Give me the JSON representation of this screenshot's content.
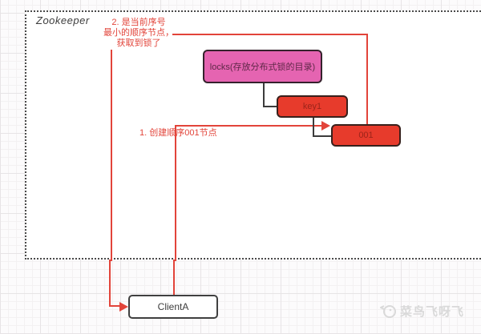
{
  "zookeeper_container": {
    "label": "Zookeeper"
  },
  "nodes": {
    "locks": {
      "label": "locks(存放分布式锁的目录)",
      "fill": "#e564b1"
    },
    "key1": {
      "label": "key1",
      "fill": "#e73b2c"
    },
    "node_001": {
      "label": "001",
      "fill": "#e73b2c"
    },
    "client_a": {
      "label": "ClientA",
      "fill": "#ffffff"
    }
  },
  "annotations": {
    "step2": {
      "lines": [
        "2. 是当前序号",
        "最小的顺序节点，",
        "获取到锁了"
      ]
    },
    "step1": {
      "text": "1. 创建顺序001节点"
    }
  },
  "watermark": {
    "text": "菜鸟飞呀飞",
    "icon": "bird-logo"
  },
  "colors": {
    "annotation_red": "#e2443a",
    "node_red": "#e73b2c",
    "node_pink": "#e564b1",
    "connector_black": "#3c3c3c",
    "dashed_border": "#4a4a4a",
    "watermark_gray": "#d9d9d9"
  }
}
